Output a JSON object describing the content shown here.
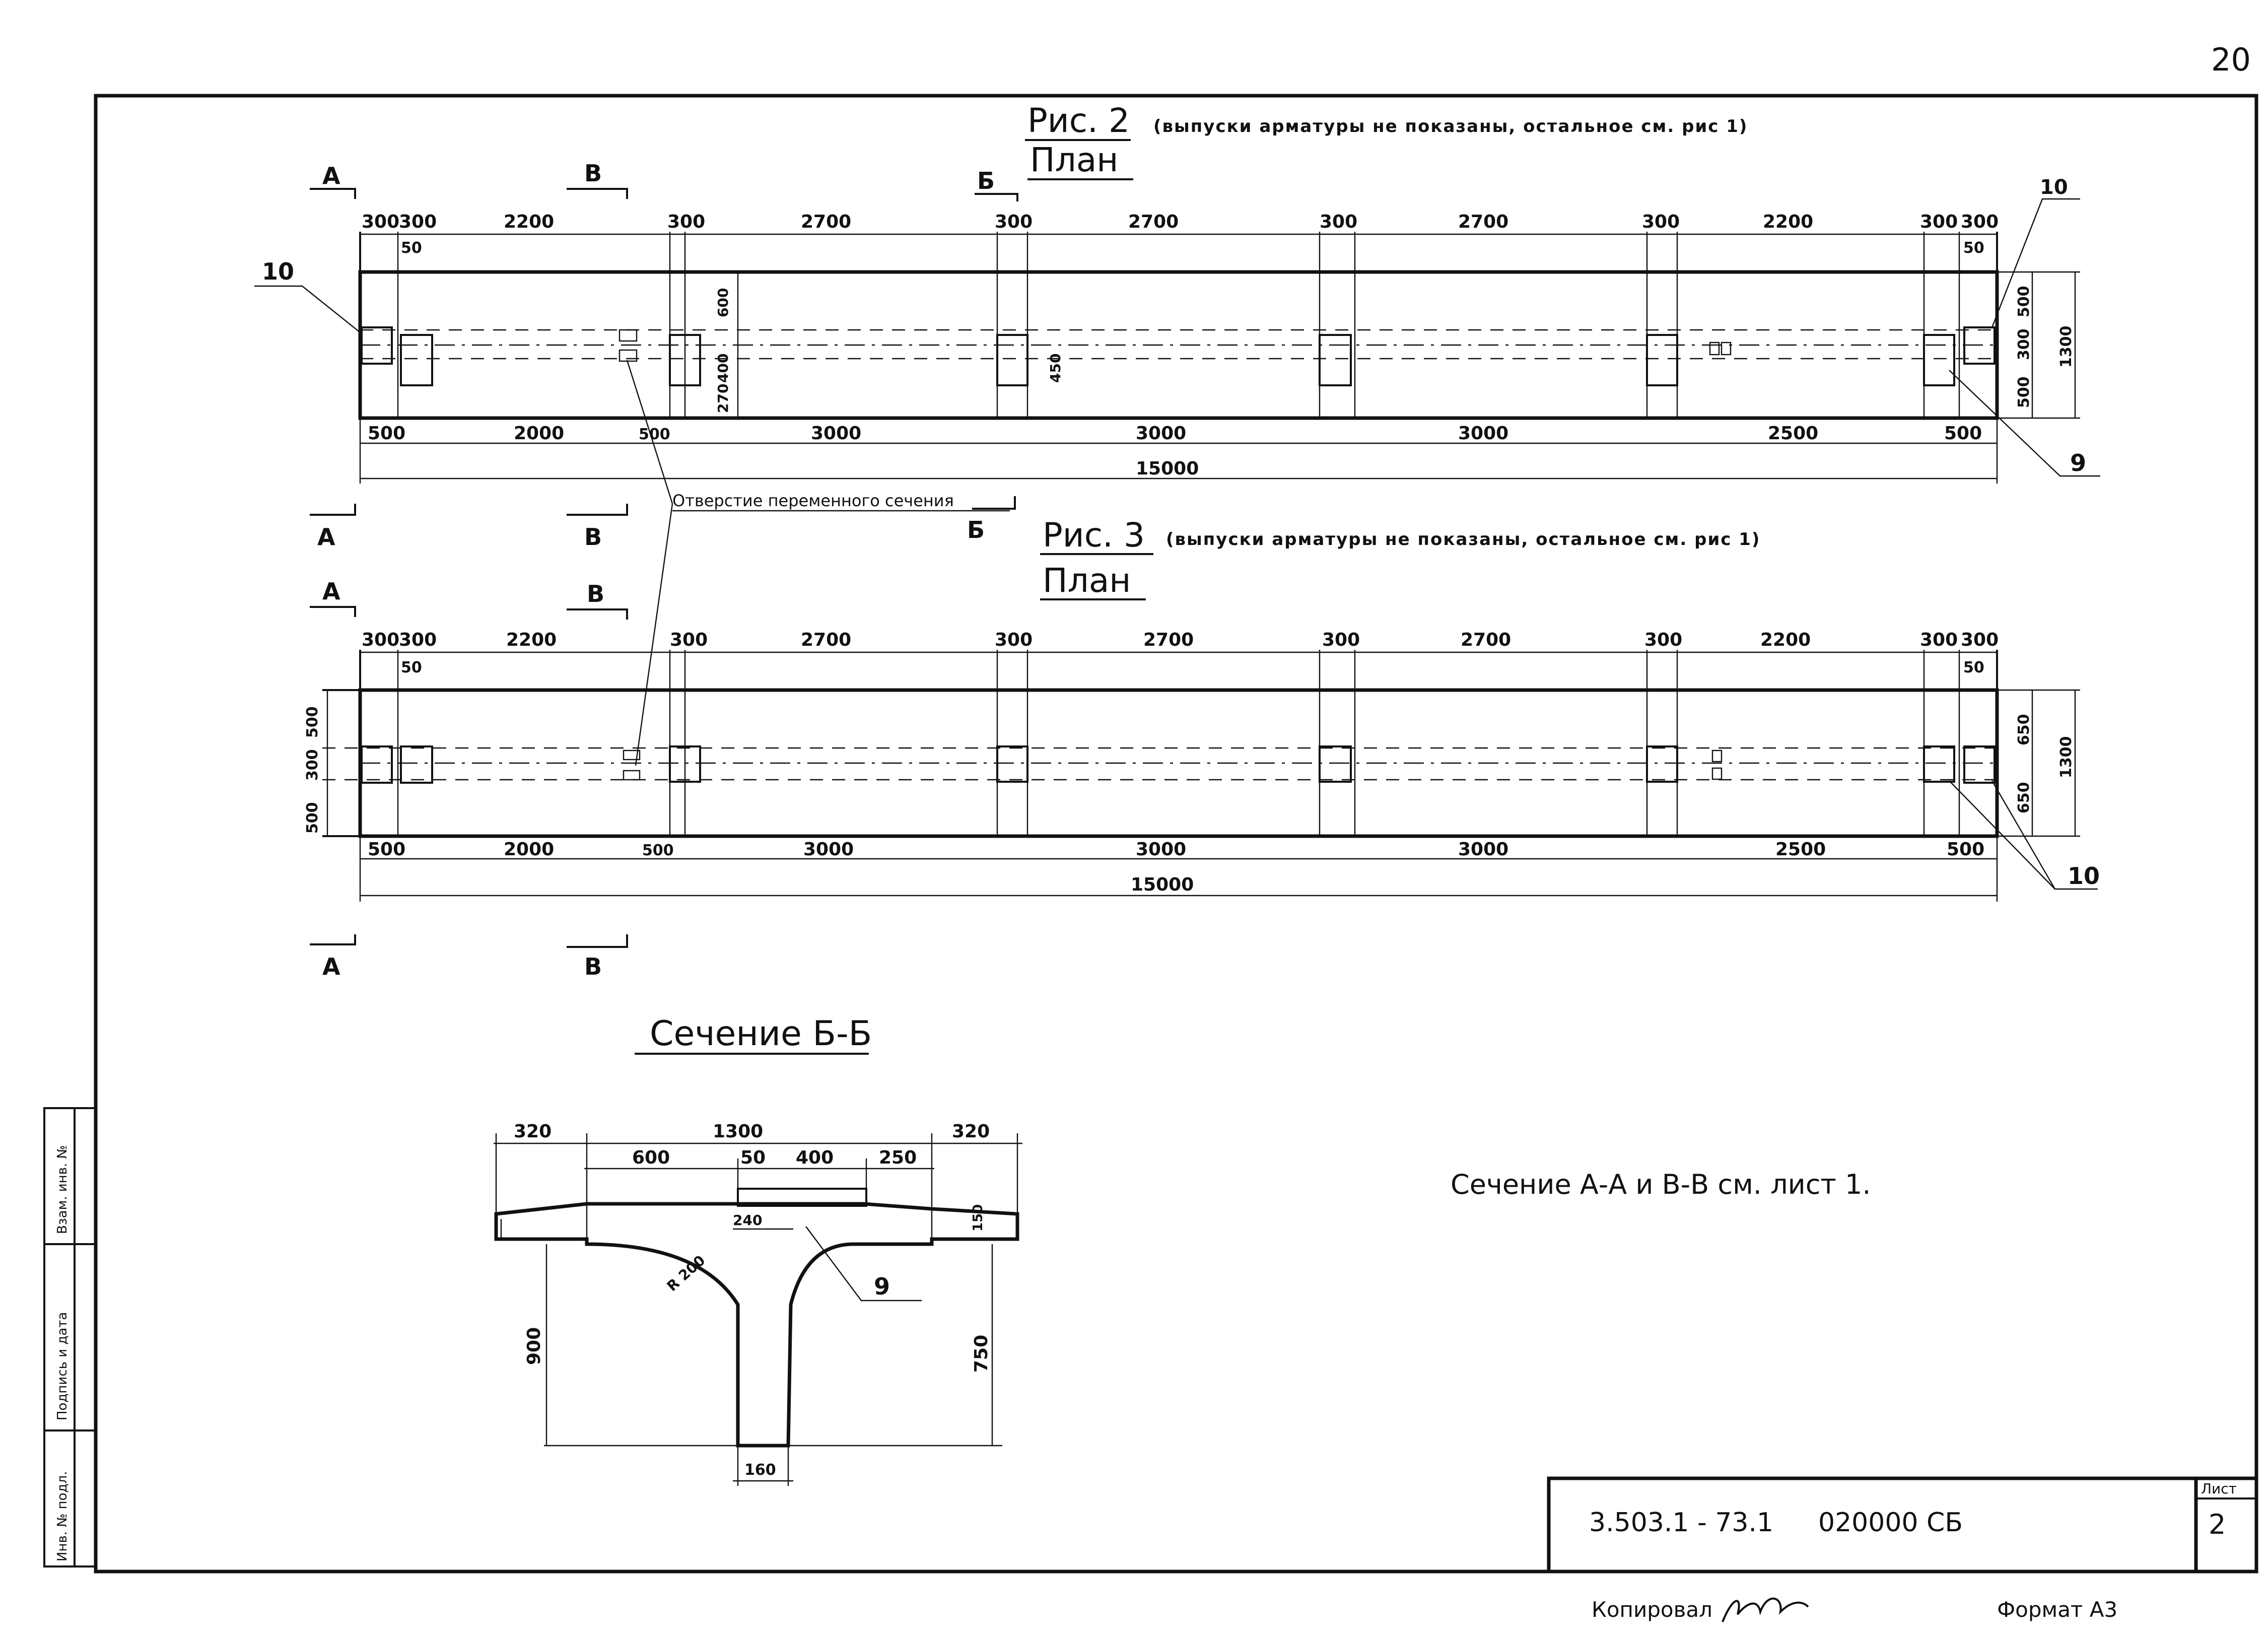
{
  "page_number": "20",
  "fig2": {
    "title": "Рис. 2",
    "note": "(выпуски арматуры не показаны, остальное см. рис 1)",
    "plan": "План",
    "top_dims": [
      "300",
      "300",
      "2200",
      "300",
      "2700",
      "300",
      "2700",
      "300",
      "2700",
      "300",
      "2200",
      "300",
      "300"
    ],
    "small_50": "50",
    "bottom_dims": [
      "500",
      "2000",
      "500",
      "3000",
      "3000",
      "3000",
      "2500",
      "500"
    ],
    "total": "15000",
    "right_dims": [
      "500",
      "300",
      "500"
    ],
    "right_total": "1300",
    "vert_dims": [
      "600",
      "400",
      "270",
      "450"
    ],
    "callout_left": "10",
    "callout_right_top": "10",
    "callout_right_bottom": "9"
  },
  "hole_label": "Отверстие переменного сечения",
  "cuts": {
    "a": "А",
    "v": "В",
    "b": "Б"
  },
  "fig3": {
    "title": "Рис. 3",
    "note": "(выпуски арматуры не показаны, остальное см. рис 1)",
    "plan": "План",
    "top_dims": [
      "300",
      "300",
      "2200",
      "300",
      "2700",
      "300",
      "2700",
      "300",
      "2700",
      "300",
      "2200",
      "300",
      "300"
    ],
    "small_50": "50",
    "left_dims": [
      "500",
      "300",
      "500"
    ],
    "bottom_dims": [
      "500",
      "2000",
      "500",
      "3000",
      "3000",
      "3000",
      "2500",
      "500"
    ],
    "total": "15000",
    "right_dims": [
      "650",
      "650"
    ],
    "right_total": "1300",
    "callout": "10"
  },
  "section": {
    "title": "Сечение Б-Б",
    "dims_top": [
      "320",
      "1300",
      "320"
    ],
    "dims_second": [
      "600",
      "50",
      "400",
      "250"
    ],
    "d240": "240",
    "d150": "150",
    "radius": "R 200",
    "h900": "900",
    "h750": "750",
    "w160": "160",
    "callout": "9"
  },
  "side_note": "Сечение А-А и В-В см. лист 1.",
  "stamp": {
    "code": "3.503.1 - 73.1",
    "number": "020000 СБ",
    "sheet_label": "Лист",
    "sheet_value": "2"
  },
  "margin_labels": [
    "Взам. инв. №",
    "Подпись и дата",
    "Инв. № подл."
  ],
  "footer": {
    "copied": "Копировал",
    "format": "Формат А3"
  }
}
